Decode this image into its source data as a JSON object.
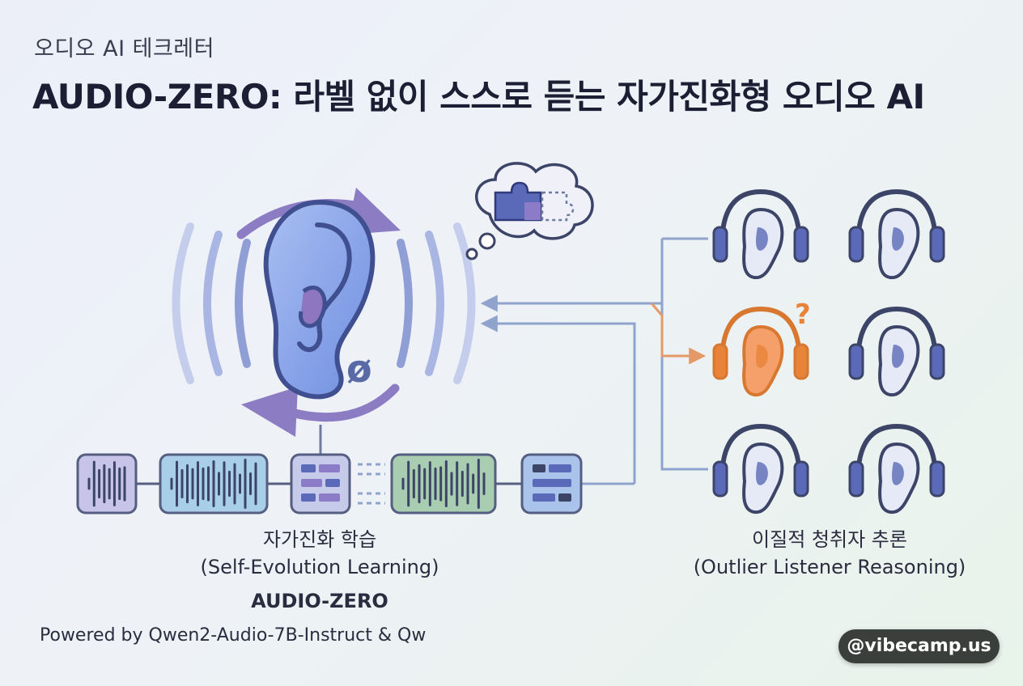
{
  "header": {
    "kicker": "오디오 AI 테크레터",
    "title": "AUDIO-ZERO: 라벨 없이 스스로 듣는 자가진화형 오디오 AI"
  },
  "left_caption": {
    "korean": "자가진화 학습",
    "english": "(Self-Evolution Learning)",
    "brand": "AUDIO-ZERO"
  },
  "right_caption": {
    "korean": "이질적 청취자 추론",
    "english": "(Outlier Listener Reasoning)"
  },
  "ear_symbol": "ø",
  "outlier_mark": "?",
  "footer": {
    "powered_by": "Powered by Qwen2-Audio-7B-Instruct & Qw",
    "badge": "@vibecamp.us"
  },
  "colors": {
    "ear_blue": "#7f9ce6",
    "ear_outline": "#3f4f8f",
    "cycle_purple": "#8b7cc4",
    "outlier_orange": "#e8833a",
    "headphone_navy": "#3c4468",
    "wave_purple_box": "#c8c3e8",
    "wave_blue_box": "#a9cfe8",
    "wave_green_box": "#a8cdb0",
    "connector_blue": "#8fa3cc"
  },
  "icons": {
    "center": "ear-icon",
    "thought": "puzzle-icon",
    "listeners": "headphone-ear-icon",
    "data_blocks": "list-block-icon",
    "audio_clips": "waveform-icon"
  }
}
